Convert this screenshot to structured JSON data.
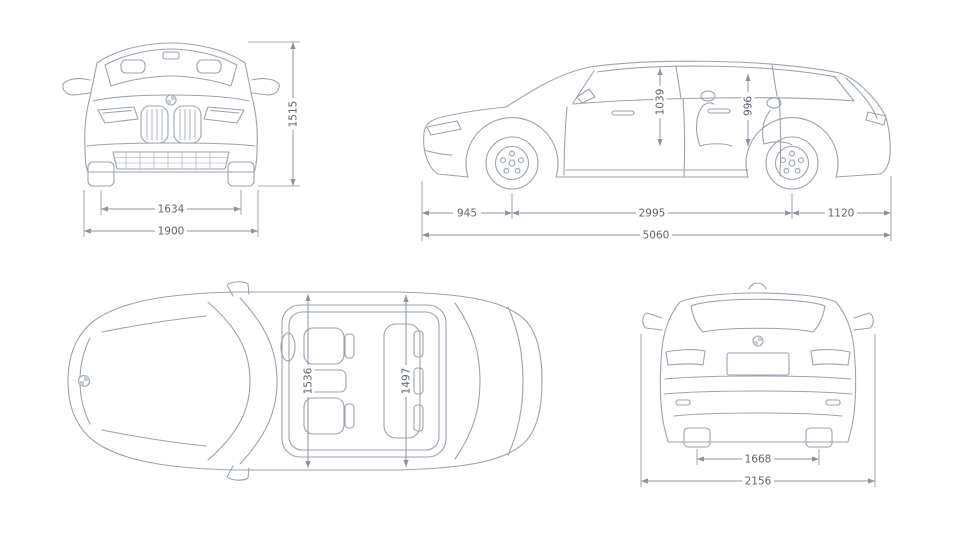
{
  "diagram": {
    "colors": {
      "background": "#ffffff",
      "car_line": "#9aa3b0",
      "dim_line": "#8a94a0",
      "dim_text": "#5c6672"
    },
    "views": {
      "front": {
        "dims": {
          "track_width": "1634",
          "overall_width": "1900",
          "overall_height": "1515"
        }
      },
      "side": {
        "dims": {
          "front_overhang": "945",
          "wheelbase": "2995",
          "rear_overhang": "1120",
          "overall_length": "5060",
          "headroom_front": "1039",
          "headroom_rear": "996"
        }
      },
      "top": {
        "dims": {
          "interior_width_front": "1536",
          "interior_width_rear": "1497"
        }
      },
      "rear": {
        "dims": {
          "track_width": "1668",
          "width_incl_mirrors": "2156"
        }
      }
    }
  }
}
